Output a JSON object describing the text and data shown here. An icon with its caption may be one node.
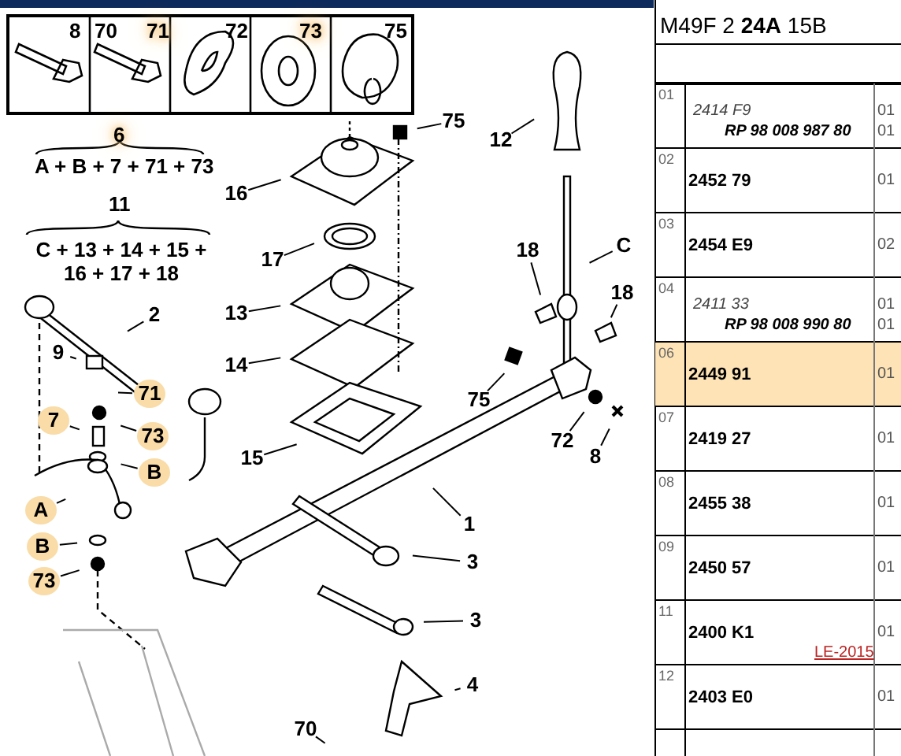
{
  "diagram": {
    "nodes": [
      {
        "text": [
          "75"
        ]
      },
      {
        "text": [
          "12"
        ]
      },
      {
        "text": [
          "16"
        ]
      },
      {
        "text": [
          "17"
        ]
      },
      {
        "text": [
          "C"
        ]
      },
      {
        "text": [
          "18"
        ]
      },
      {
        "text": [
          "18"
        ]
      },
      {
        "text": [
          "13"
        ]
      },
      {
        "text": [
          "14"
        ]
      },
      {
        "text": [
          "15"
        ]
      },
      {
        "text": [
          "2"
        ]
      },
      {
        "text": [
          "9"
        ]
      },
      {
        "text": [
          "71"
        ]
      },
      {
        "text": [
          "7"
        ]
      },
      {
        "text": [
          "73"
        ]
      },
      {
        "text": [
          "B"
        ]
      },
      {
        "text": [
          "A"
        ]
      },
      {
        "text": [
          "B"
        ]
      },
      {
        "text": [
          "73"
        ]
      },
      {
        "text": [
          "75"
        ]
      },
      {
        "text": [
          "72"
        ]
      },
      {
        "text": [
          "8"
        ]
      },
      {
        "text": [
          "1"
        ]
      },
      {
        "text": [
          "3"
        ]
      },
      {
        "text": [
          "3"
        ]
      },
      {
        "text": [
          "4"
        ]
      },
      {
        "text": [
          "70"
        ]
      }
    ],
    "edges": [
      {
        "from": 0,
        "to": null,
        "arrow": "none"
      },
      {
        "from": 1,
        "to": null,
        "arrow": "none"
      },
      {
        "from": 2,
        "to": null,
        "arrow": "none"
      },
      {
        "from": 3,
        "to": null,
        "arrow": "none"
      },
      {
        "from": 4,
        "to": null,
        "arrow": "none"
      },
      {
        "from": 5,
        "to": null,
        "arrow": "none"
      },
      {
        "from": 6,
        "to": null,
        "arrow": "none"
      },
      {
        "from": 7,
        "to": null,
        "arrow": "none"
      },
      {
        "from": 8,
        "to": null,
        "arrow": "none"
      },
      {
        "from": 9,
        "to": null,
        "arrow": "none"
      },
      {
        "from": 10,
        "to": null,
        "arrow": "none"
      },
      {
        "from": 11,
        "to": null,
        "arrow": "none"
      },
      {
        "from": 12,
        "to": null,
        "arrow": "none"
      },
      {
        "from": 13,
        "to": null,
        "arrow": "none"
      },
      {
        "from": 14,
        "to": null,
        "arrow": "none"
      },
      {
        "from": 15,
        "to": null,
        "arrow": "none"
      },
      {
        "from": 16,
        "to": null,
        "arrow": "none"
      },
      {
        "from": 17,
        "to": null,
        "arrow": "none"
      },
      {
        "from": 18,
        "to": null,
        "arrow": "none"
      },
      {
        "from": 19,
        "to": null,
        "arrow": "none"
      },
      {
        "from": 20,
        "to": null,
        "arrow": "none"
      },
      {
        "from": 21,
        "to": null,
        "arrow": "none"
      },
      {
        "from": 22,
        "to": null,
        "arrow": "none"
      },
      {
        "from": 23,
        "to": null,
        "arrow": "none"
      },
      {
        "from": 24,
        "to": null,
        "arrow": "none"
      },
      {
        "from": 25,
        "to": null,
        "arrow": "none"
      },
      {
        "from": 26,
        "to": null,
        "arrow": "none"
      }
    ],
    "labels": [
      "8",
      "70",
      "71",
      "72",
      "73",
      "75",
      "M49F 2 **24A** 15B",
      "6",
      "A + B + 7 + 71 + 73",
      "11",
      "C + 13 + 14 + 15 + 16 + 17 + 18",
      "01",
      "2414 F9",
      "01",
      "RP 98 008 987 80",
      "01",
      "02",
      "2452 79",
      "01",
      "03",
      "2454 E9",
      "02",
      "04",
      "2411 33",
      "01",
      "RP 98 008 990 80",
      "01",
      "06",
      "2449 91",
      "01",
      "07",
      "2419 27",
      "01",
      "08",
      "2455 38",
      "01",
      "09",
      "2450 57",
      "01",
      "11",
      "2400 K1",
      "01",
      "LE-2015",
      "12",
      "2403 E0",
      "01"
    ]
  }
}
